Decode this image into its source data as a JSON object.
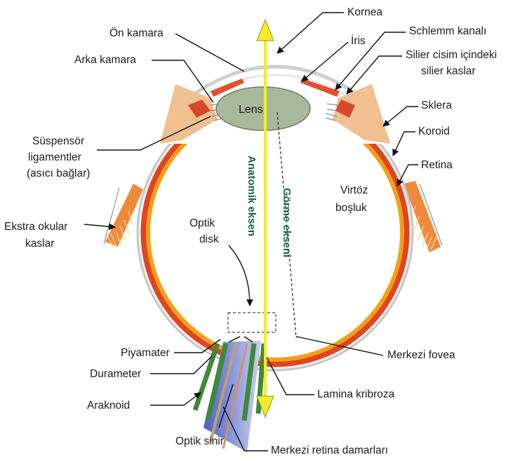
{
  "labels": {
    "kornea": "Kornea",
    "iris": "İris",
    "schlemm": "Schlemm kanalı",
    "silier_1": "Silier cisim içindeki",
    "silier_2": "silier kaslar",
    "sklera": "Sklera",
    "koroid": "Koroid",
    "retina": "Retina",
    "on_kamara": "Ön kamara",
    "arka_kamara": "Arka kamara",
    "lens": "Lens",
    "suspensor_1": "Süspensör",
    "suspensor_2": "ligamentler",
    "suspensor_3": "(asıcı bağlar)",
    "ekstra_1": "Ekstra okular",
    "ekstra_2": "kaslar",
    "vitroz_1": "Virtöz",
    "vitroz_2": "boşluk",
    "optik_disk_1": "Optik",
    "optik_disk_2": "disk",
    "anatomik_eksen": "Anatomik eksen",
    "gorme_ekseni": "Görme ekseni",
    "piyamater": "Piyamater",
    "durameter": "Durameter",
    "araknoid": "Araknoid",
    "optik_sinir": "Optik sinir",
    "merkezi_fovea": "Merkezi fovea",
    "lamina_kribroza": "Lamina kribroza",
    "merkezi_retina": "Merkezi retina damarları"
  },
  "colors": {
    "sclera": "#d9d9d9",
    "choroid": "#e0451f",
    "retina": "#f2a01a",
    "lens": "#a8b89a",
    "ciliary": "#e8b27a",
    "axis_arrow": "#f2ec2a",
    "axis_text": "#14663f",
    "nerve_blue": "#6f7fd0",
    "nerve_green": "#3f8a3a"
  }
}
